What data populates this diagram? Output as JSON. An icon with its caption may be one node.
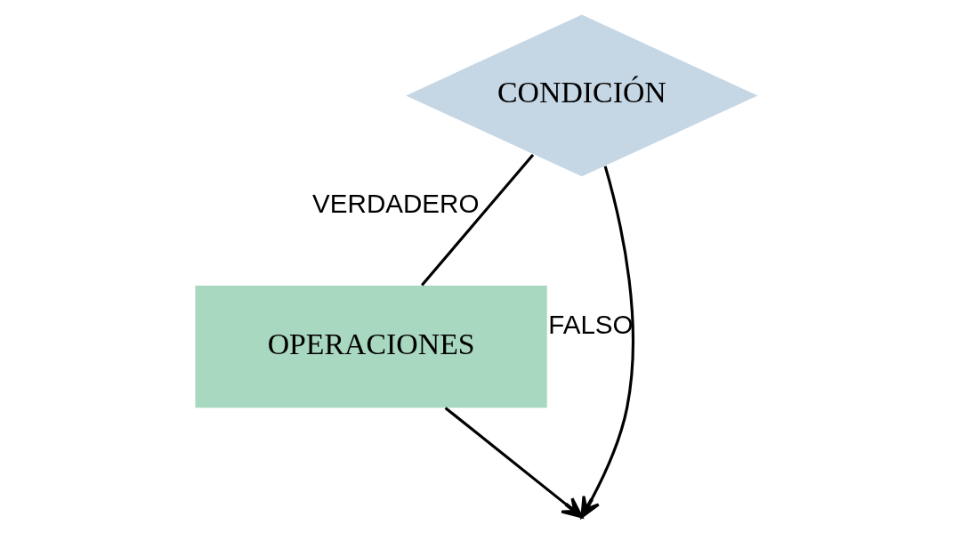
{
  "diagram": {
    "nodes": [
      {
        "text": [
          "CONDICIÓN"
        ]
      },
      {
        "text": [
          "OPERACIONES"
        ]
      }
    ],
    "edges": [
      {
        "from": 0,
        "to": 1,
        "label": "VERDADERO",
        "arrow": "none"
      },
      {
        "from": 0,
        "to": null,
        "label": "FALSO",
        "arrow": "to"
      },
      {
        "from": 1,
        "to": null,
        "arrow": "to"
      }
    ]
  }
}
